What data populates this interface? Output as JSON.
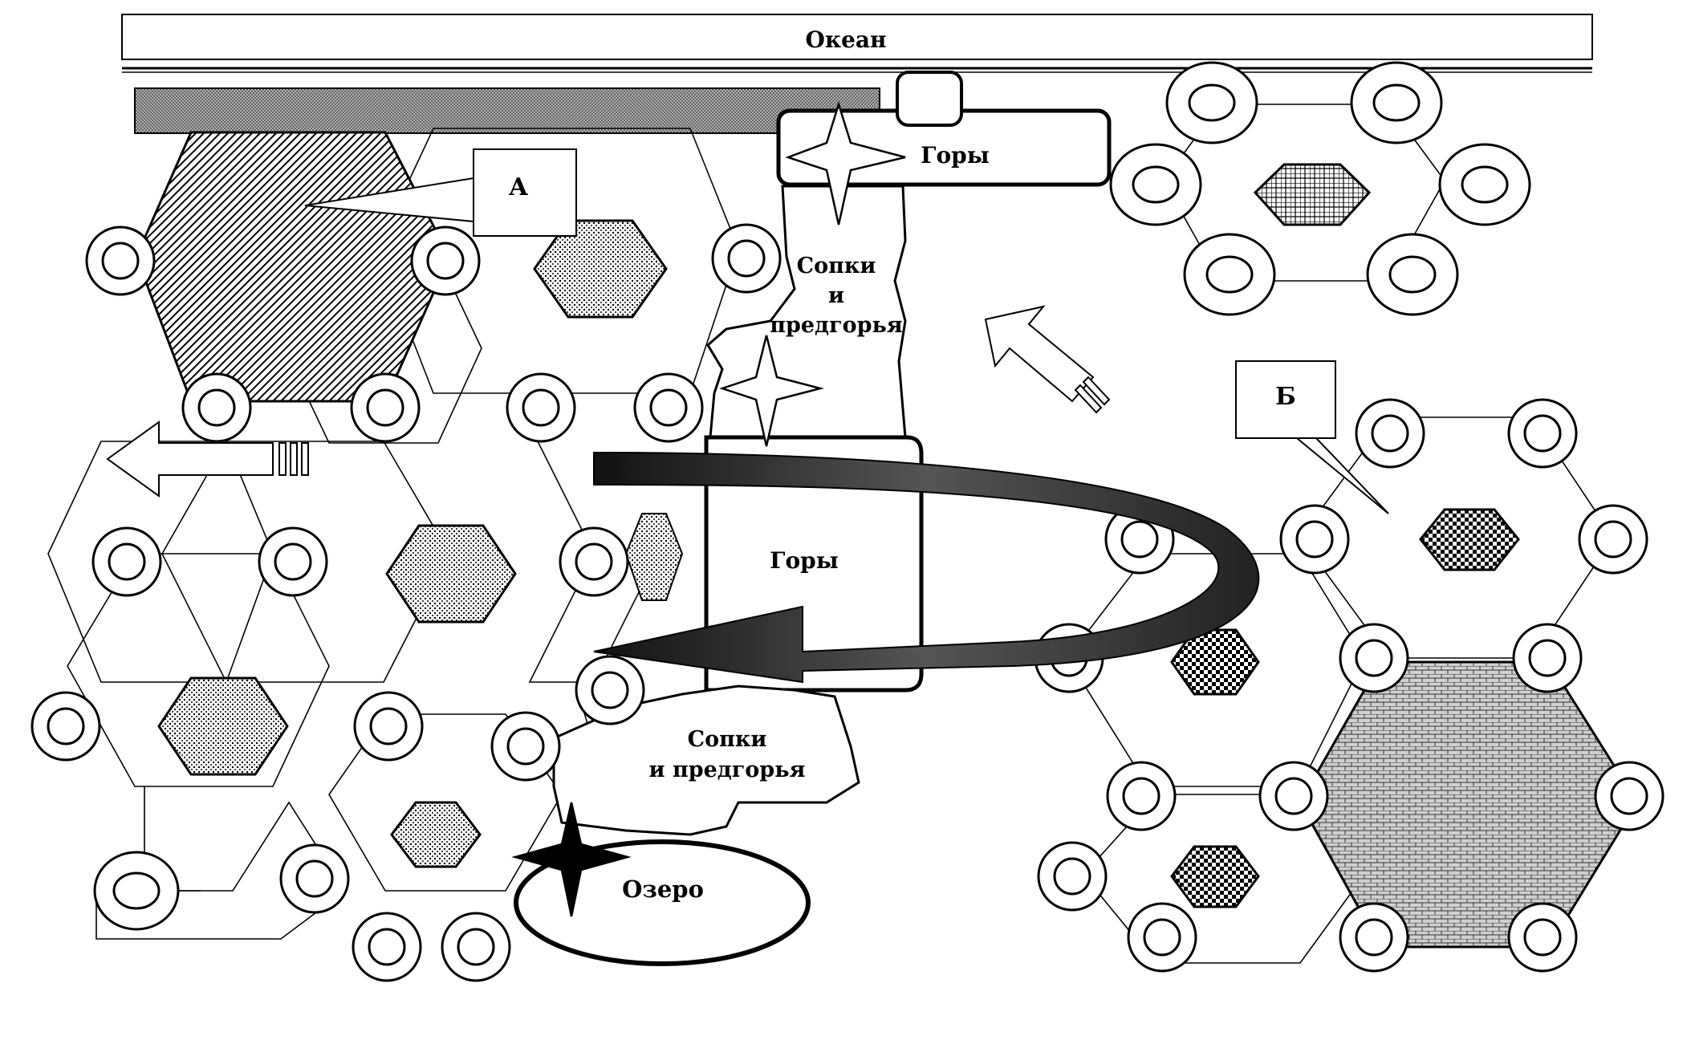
{
  "labels": {
    "ocean": "Океан",
    "mountains_top": "Горы",
    "hills_top_line1": "Сопки",
    "hills_top_line2": "и",
    "hills_top_line3": "предгорья",
    "mountains_mid": "Горы",
    "hills_bottom_line1": "Сопки",
    "hills_bottom_line2": "и предгорья",
    "lake": "Озеро",
    "callout_a": "А",
    "callout_b": "Б"
  },
  "colors": {
    "ink": "#000000",
    "paper": "#ffffff",
    "dotted_fill": "#bdbdbd",
    "arrow_gray": "#6e6e6e"
  }
}
